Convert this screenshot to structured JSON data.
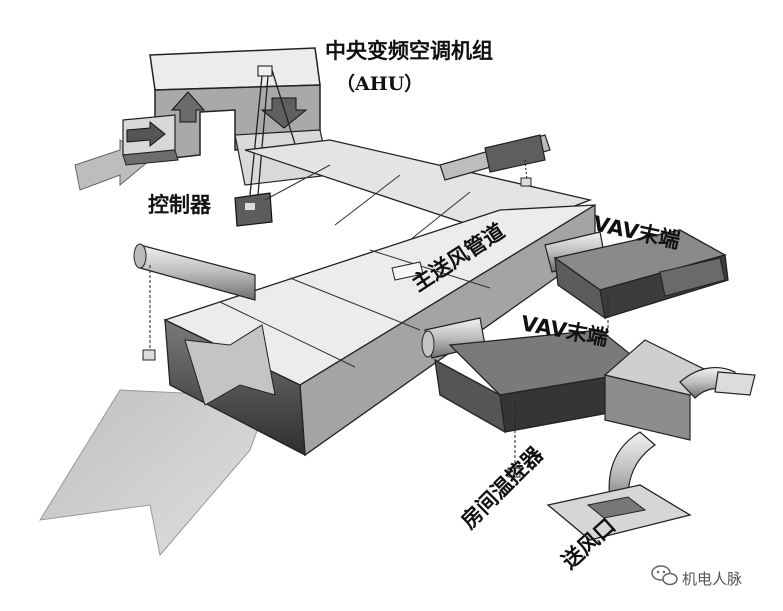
{
  "labels": {
    "ahu_title": "中央变频空调机组",
    "ahu_sub": "（AHU）",
    "controller": "控制器",
    "main_duct": "主送风管道",
    "vav_terminal_1": "VAV末端",
    "vav_terminal_2": "VAV末端",
    "room_thermostat": "房间温控器",
    "supply_outlet": "送风口"
  },
  "watermark": {
    "icon": "wechat-icon",
    "text": "机电人脉"
  },
  "colors": {
    "duct_top": "#e9e9e9",
    "duct_side": "#8e8e8e",
    "duct_dark": "#3a3a3a",
    "arrow_fill": "#c9c9c9",
    "line": "#222222"
  }
}
